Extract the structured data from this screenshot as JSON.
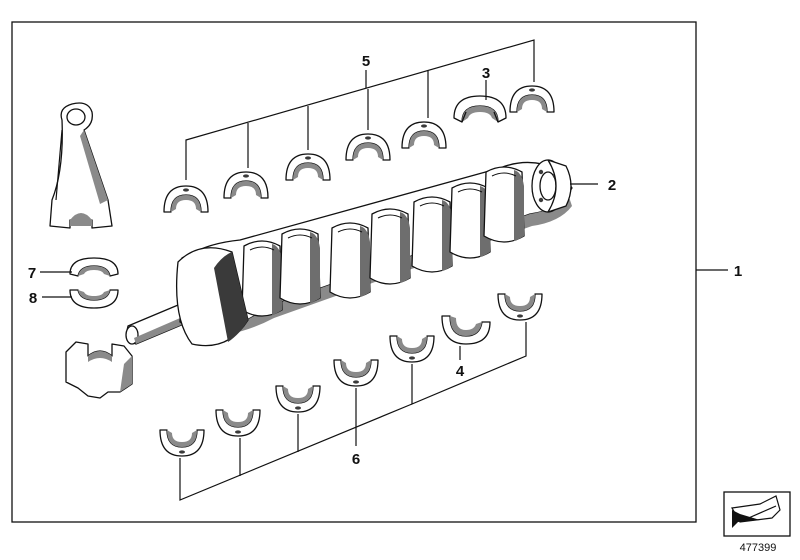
{
  "callouts": {
    "c1": "1",
    "c2": "2",
    "c3": "3",
    "c4": "4",
    "c5": "5",
    "c6": "6",
    "c7": "7",
    "c8": "8"
  },
  "reference_number": "477399",
  "icons": {
    "corner_symbol": "arrow-cut-corner-icon"
  }
}
